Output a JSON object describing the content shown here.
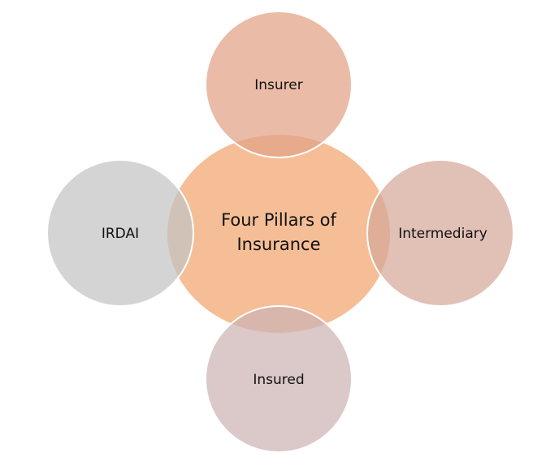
{
  "center": {
    "line1": "Four Pillars of",
    "line2": "Insurance",
    "color": "#F5BE97"
  },
  "pillars": [
    {
      "label": "Insurer",
      "color": "#E2A286"
    },
    {
      "label": "IRDAI",
      "color": "#C4C4C4"
    },
    {
      "label": "Intermediary",
      "color": "#D6A799"
    },
    {
      "label": "Insured",
      "color": "#CDB3B3"
    }
  ]
}
